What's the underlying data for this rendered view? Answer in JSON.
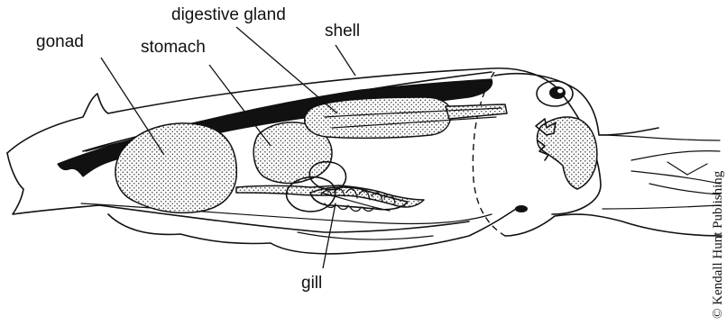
{
  "labels": {
    "gonad": "gonad",
    "stomach": "stomach",
    "digestive_gland": "digestive gland",
    "shell": "shell",
    "gill": "gill"
  },
  "credit": "© Kendall Hunt Publishing",
  "colors": {
    "ink": "#111111",
    "background": "#ffffff"
  }
}
